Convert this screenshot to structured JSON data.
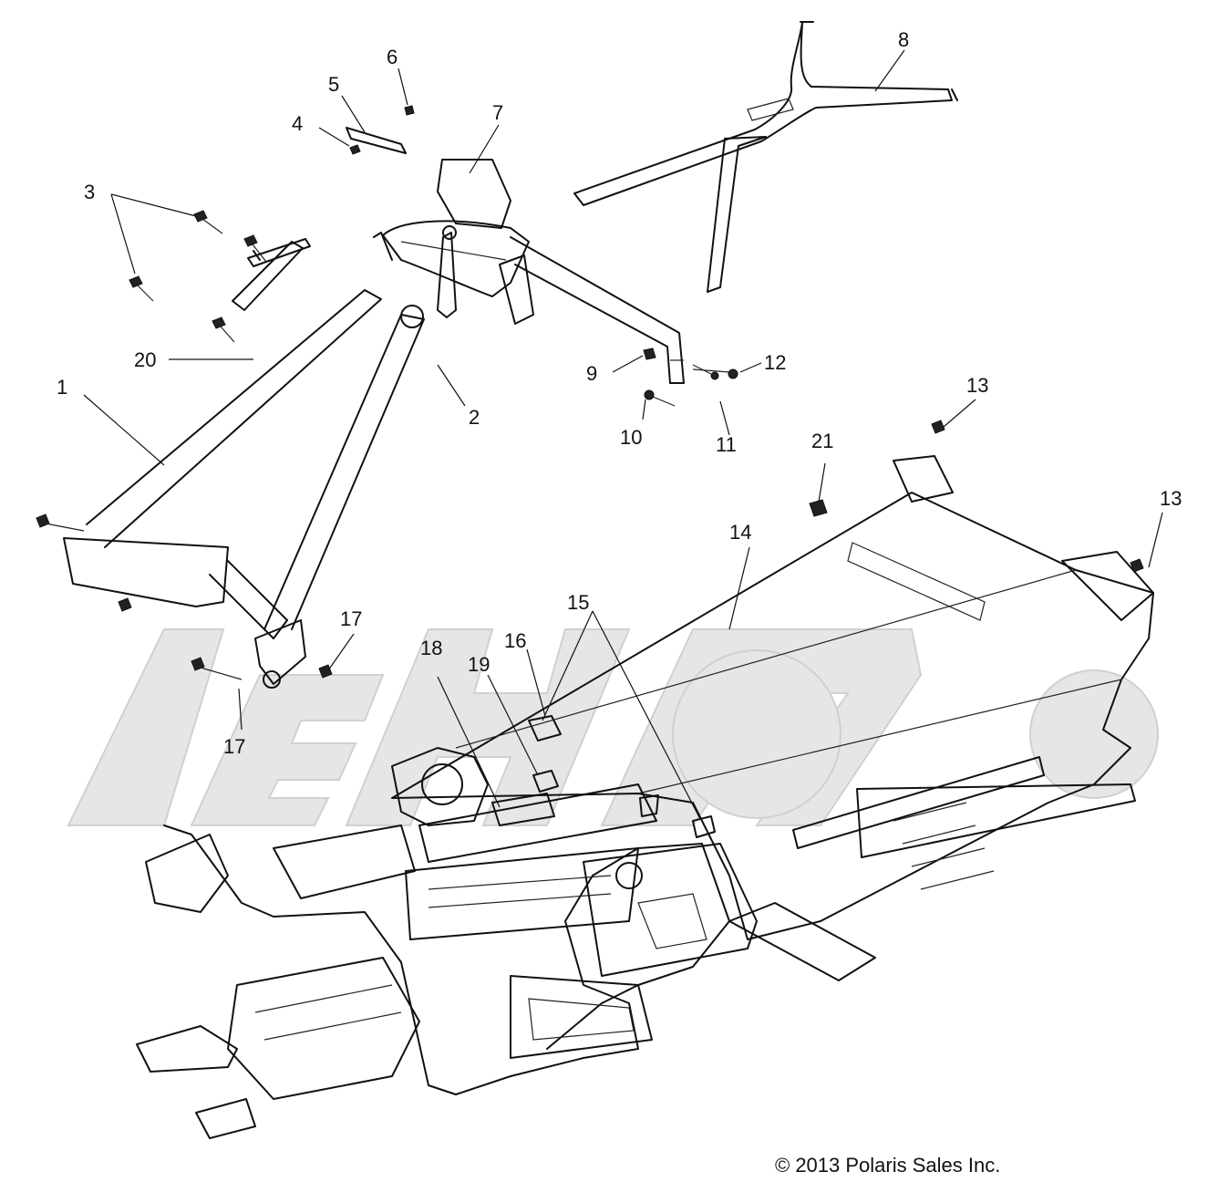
{
  "diagram": {
    "callouts": [
      {
        "id": "1",
        "label": "1"
      },
      {
        "id": "2",
        "label": "2"
      },
      {
        "id": "3",
        "label": "3"
      },
      {
        "id": "4",
        "label": "4"
      },
      {
        "id": "5",
        "label": "5"
      },
      {
        "id": "6",
        "label": "6"
      },
      {
        "id": "7",
        "label": "7"
      },
      {
        "id": "8",
        "label": "8"
      },
      {
        "id": "9",
        "label": "9"
      },
      {
        "id": "10",
        "label": "10"
      },
      {
        "id": "11",
        "label": "11"
      },
      {
        "id": "12",
        "label": "12"
      },
      {
        "id": "13a",
        "label": "13"
      },
      {
        "id": "13b",
        "label": "13"
      },
      {
        "id": "14",
        "label": "14"
      },
      {
        "id": "15",
        "label": "15"
      },
      {
        "id": "16",
        "label": "16"
      },
      {
        "id": "17a",
        "label": "17"
      },
      {
        "id": "17b",
        "label": "17"
      },
      {
        "id": "18",
        "label": "18"
      },
      {
        "id": "19",
        "label": "19"
      },
      {
        "id": "20",
        "label": "20"
      },
      {
        "id": "21",
        "label": "21"
      }
    ],
    "copyright": "© 2013 Polaris Sales Inc.",
    "colors": {
      "line": "#111111",
      "background": "#ffffff",
      "watermark": "#e6e6e6"
    }
  }
}
